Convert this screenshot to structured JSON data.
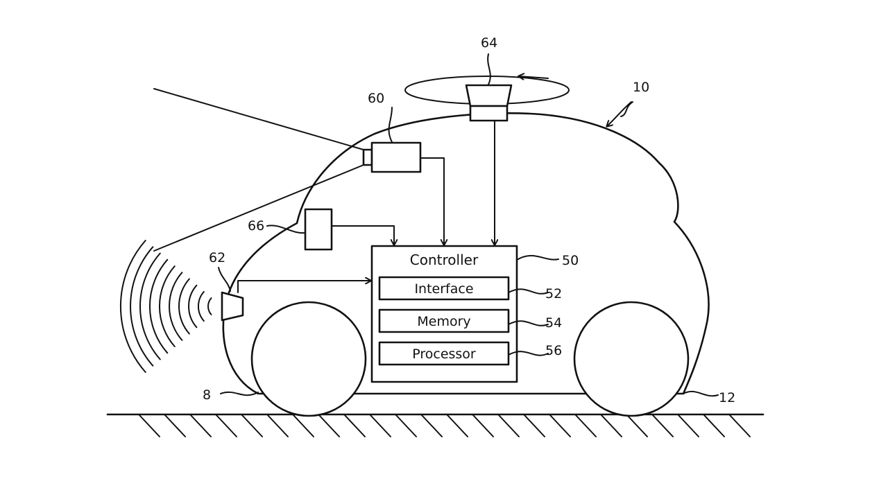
{
  "controller": {
    "title": "Controller",
    "modules": [
      {
        "label": "Interface",
        "ref": "52"
      },
      {
        "label": "Memory",
        "ref": "54"
      },
      {
        "label": "Processor",
        "ref": "56"
      }
    ],
    "ref": "50"
  },
  "references": {
    "vehicle": "10",
    "front_wheel": "8",
    "rear_wheel": "12",
    "camera": "60",
    "radar": "62",
    "lidar": "64",
    "sensor_66": "66"
  }
}
